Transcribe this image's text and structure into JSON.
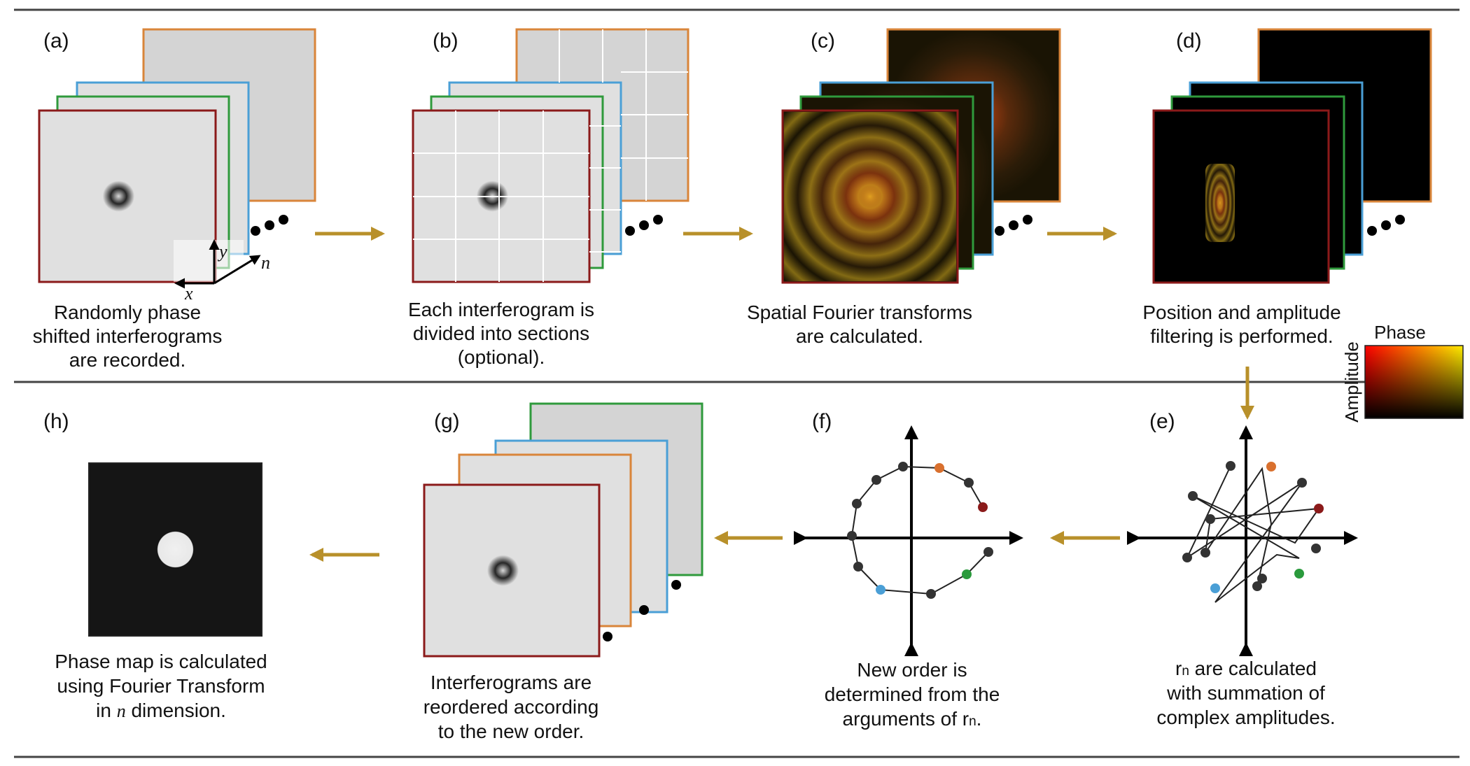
{
  "panels": {
    "a": {
      "label": "(a)",
      "caption": [
        "Randomly phase",
        "shifted interferograms",
        "are recorded."
      ]
    },
    "b": {
      "label": "(b)",
      "caption": [
        "Each interferogram is",
        "divided into sections",
        "(optional)."
      ]
    },
    "c": {
      "label": "(c)",
      "caption": [
        "Spatial Fourier transforms",
        "are calculated."
      ]
    },
    "d": {
      "label": "(d)",
      "caption": [
        "Position and amplitude",
        "filtering is performed."
      ]
    },
    "e": {
      "label": "(e)",
      "caption": [
        "r",
        "n",
        " are calculated",
        "with summation of",
        "complex amplitudes."
      ]
    },
    "f": {
      "label": "(f)",
      "caption": [
        "New order is",
        "determined from the",
        "arguments of r",
        "n",
        "."
      ]
    },
    "g": {
      "label": "(g)",
      "caption": [
        "Interferograms are",
        "reordered according",
        "to the new order."
      ]
    },
    "h": {
      "label": "(h)",
      "caption": [
        "Phase map is calculated",
        "using Fourier Transform",
        "in ",
        "n",
        " dimension."
      ]
    }
  },
  "axes": {
    "x": "x",
    "y": "y",
    "n": "n"
  },
  "legend": {
    "title": "Phase",
    "side": "Amplitude"
  },
  "colors": {
    "frame_red": "#8b1a1a",
    "frame_green": "#2f9a3c",
    "frame_blue": "#4a9fd6",
    "frame_orange": "#d9853a",
    "arrow": "#b8902a",
    "rule": "#444444"
  }
}
